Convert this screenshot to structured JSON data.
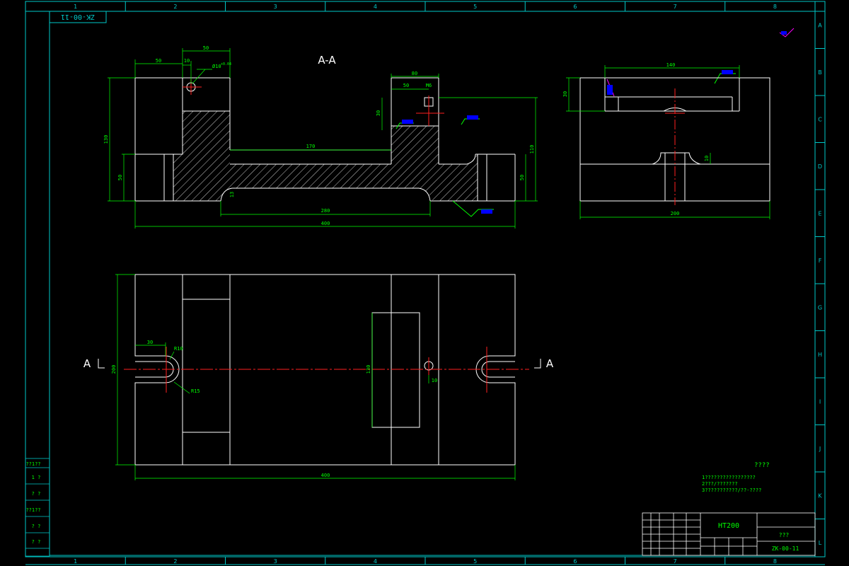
{
  "palette": {
    "background": "#000000",
    "frame": "#00c8c8",
    "outline": "#ffffff",
    "dimension": "#00ff00",
    "centerline": "#ff2020",
    "hatch": "#ffffff",
    "roughness": "#ff00ff",
    "roughness_value": "#0000ff"
  },
  "border": {
    "columns": [
      "1",
      "2",
      "3",
      "4",
      "5",
      "6",
      "7",
      "8"
    ],
    "rows": [
      "A",
      "B",
      "C",
      "D",
      "E",
      "F",
      "G",
      "H",
      "I",
      "J",
      "K",
      "L"
    ],
    "code_stamp": "ZK-00-11"
  },
  "views": {
    "section_title": "A-A",
    "section_marker": "A"
  },
  "dimensions": {
    "top_50_left": "50",
    "top_50_right": "50",
    "top_10": "10",
    "hole": "Ø10",
    "hole_tol": "+0.04",
    "height_130": "130",
    "height_50_left": "50",
    "width_170": "170",
    "width_80": "80",
    "width_50": "50",
    "m6": "M6",
    "depth_30": "30",
    "height_110": "110",
    "height_50_right": "50",
    "gap_13": "13",
    "width_280": "280",
    "width_400_front": "400",
    "side_140": "140",
    "side_30": "30",
    "side_10": "10",
    "side_200": "200",
    "plan_30": "30",
    "plan_r10": "R10",
    "plan_r15": "R15",
    "plan_200": "200",
    "plan_130": "130",
    "plan_10": "10",
    "plan_400": "400"
  },
  "tech_requirements": {
    "title": "????",
    "lines": [
      "1?????????????????",
      "2???/???????",
      "3???????????/??-????"
    ]
  },
  "left_stamp": [
    "??1??",
    "1 ?",
    "? ?",
    "??1??",
    "? ?",
    "? ?"
  ],
  "title_block": {
    "material": "HT200",
    "part_name": "???",
    "drawing_code": "ZK-00-11"
  }
}
